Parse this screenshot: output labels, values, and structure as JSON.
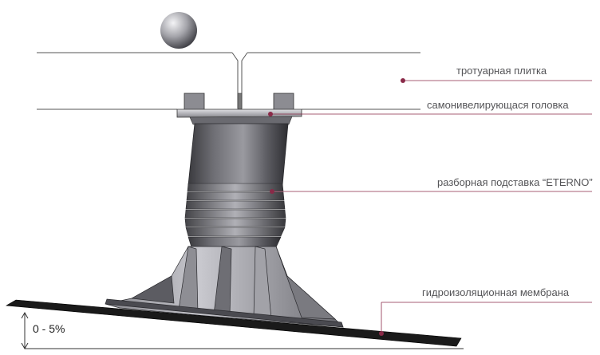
{
  "labels": {
    "tile": "тротуарная плитка",
    "head": "самонивелирующася головка",
    "support": "разборная подставка “ETERNO”",
    "membrane": "гидроизоляционная мембрана",
    "slope": "0 - 5%"
  },
  "colors": {
    "leader": "#8a2a48",
    "dot": "#8a2a48",
    "text": "#555558",
    "body_dark": "#3c3c40",
    "body_mid": "#7a7a80",
    "body_light": "#bdbdc2",
    "membrane": "#1a1a1a"
  }
}
